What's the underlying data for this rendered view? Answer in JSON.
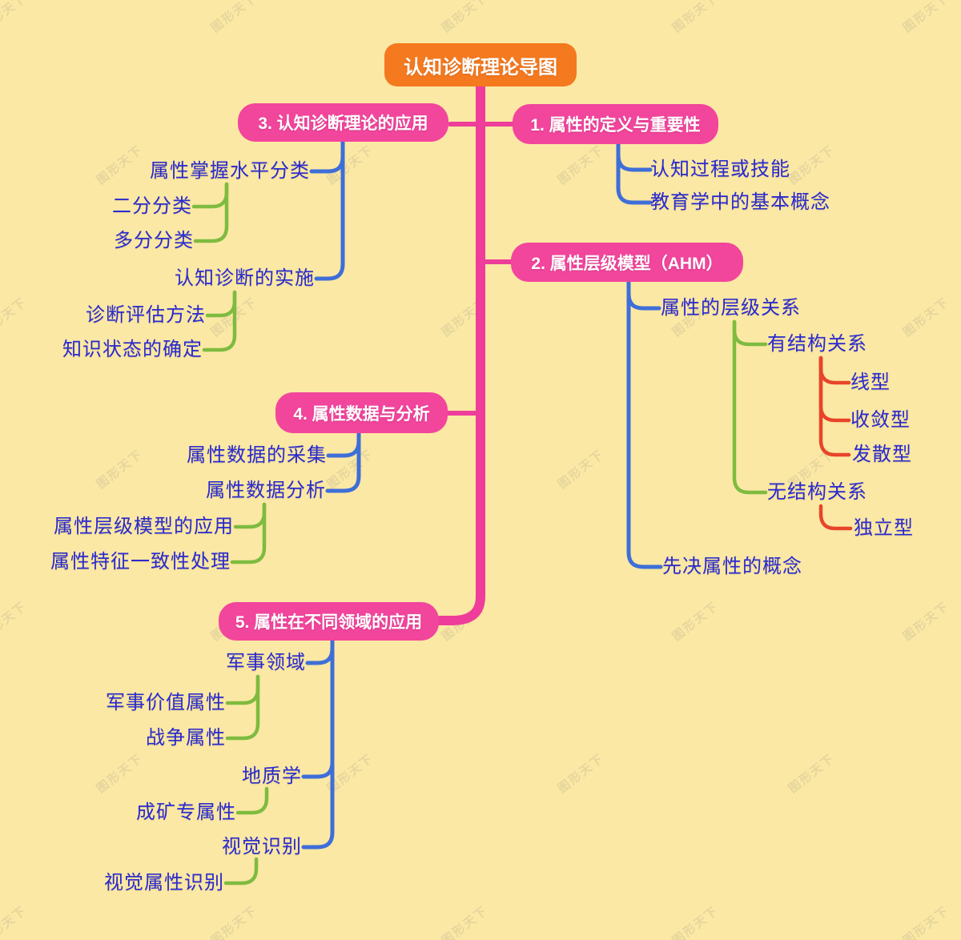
{
  "root": {
    "label": "认知诊断理论导图"
  },
  "branches": [
    {
      "label": "1. 属性的定义与重要性",
      "children": [
        {
          "label": "认知过程或技能"
        },
        {
          "label": "教育学中的基本概念"
        }
      ]
    },
    {
      "label": "2. 属性层级模型（AHM）",
      "children": [
        {
          "label": "属性的层级关系",
          "children": [
            {
              "label": "有结构关系",
              "children": [
                {
                  "label": "线型"
                },
                {
                  "label": "收敛型"
                },
                {
                  "label": "发散型"
                }
              ]
            },
            {
              "label": "无结构关系",
              "children": [
                {
                  "label": "独立型"
                }
              ]
            }
          ]
        },
        {
          "label": "先决属性的概念"
        }
      ]
    },
    {
      "label": "3. 认知诊断理论的应用",
      "children": [
        {
          "label": "属性掌握水平分类",
          "children": [
            {
              "label": "二分分类"
            },
            {
              "label": "多分分类"
            }
          ]
        },
        {
          "label": "认知诊断的实施",
          "children": [
            {
              "label": "诊断评估方法"
            },
            {
              "label": "知识状态的确定"
            }
          ]
        }
      ]
    },
    {
      "label": "4. 属性数据与分析",
      "children": [
        {
          "label": "属性数据的采集"
        },
        {
          "label": "属性数据分析",
          "children": [
            {
              "label": "属性层级模型的应用"
            },
            {
              "label": "属性特征一致性处理"
            }
          ]
        }
      ]
    },
    {
      "label": "5. 属性在不同领域的应用",
      "children": [
        {
          "label": "军事领域",
          "children": [
            {
              "label": "军事价值属性"
            },
            {
              "label": "战争属性"
            }
          ]
        },
        {
          "label": "地质学",
          "children": [
            {
              "label": "成矿专属性"
            }
          ]
        },
        {
          "label": "视觉识别",
          "children": [
            {
              "label": "视觉属性识别"
            }
          ]
        }
      ]
    }
  ],
  "watermark": {
    "text": "图形天下"
  },
  "colors": {
    "background": "#FBE8A4",
    "root_fill": "#F4791F",
    "branch_fill": "#F2459C",
    "trunk_pink": "#EE3D9A",
    "connector_blue": "#3E6ED8",
    "connector_green": "#7EBB40",
    "connector_red": "#E8442A",
    "leaf_text": "#2A2AD0",
    "box_text": "#FFFFFF"
  }
}
